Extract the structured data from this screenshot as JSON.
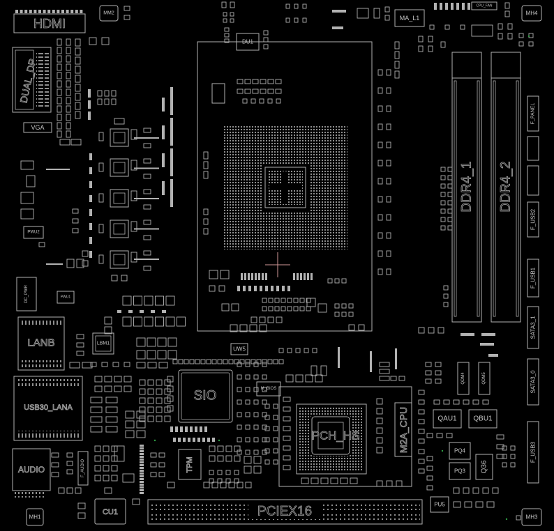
{
  "theme": {
    "background": "#000000",
    "outline": "#b2b2b2",
    "pin": "#8e8e8e",
    "marker": "#d49a9a",
    "testpoint": "#2f9e44"
  },
  "labels": {
    "hdmi": "HDMI",
    "mm2": "MM2",
    "dual_dp": "DUAL_DP",
    "vga": "VGA",
    "du1": "DU1",
    "ma_l1": "MA_L1",
    "cpu_fan": "CPU_FAN",
    "mh4": "MH4",
    "ddr4_1": "DDR4_1",
    "ddr4_2": "DDR4_2",
    "f_panel": "F_PANEL",
    "f_usb2": "F_USB2",
    "f_usb1": "F_USB1",
    "sata3_1": "SATA3_1",
    "sata3_0": "SATA3_0",
    "f_usb3": "F_USB3",
    "mh3": "MH3",
    "pwu2": "PWU2",
    "dc_pwr": "DC_PWR",
    "pwu1": "PWU1",
    "lanb": "LANB",
    "lbm1": "LBM1",
    "usb30_lana": "USB30_LANA",
    "audio": "AUDIO",
    "f_audio": "F_AUDIO",
    "mh1": "MH1",
    "cu1": "CU1",
    "sio": "SIO",
    "tpm": "TPM",
    "uw5": "UW5",
    "m_bios": "M_BIOS",
    "pch_hs": "PCH_HS",
    "m2a_cpu": "M2A_CPU",
    "qau1": "QAU1",
    "qbu1": "QBU1",
    "pq4": "PQ4",
    "pq3": "PQ3",
    "q36": "Q36",
    "qdm4": "QDM4",
    "qdm5": "QDM5",
    "pu5": "PU5",
    "pciex16": "PCIEX16"
  }
}
